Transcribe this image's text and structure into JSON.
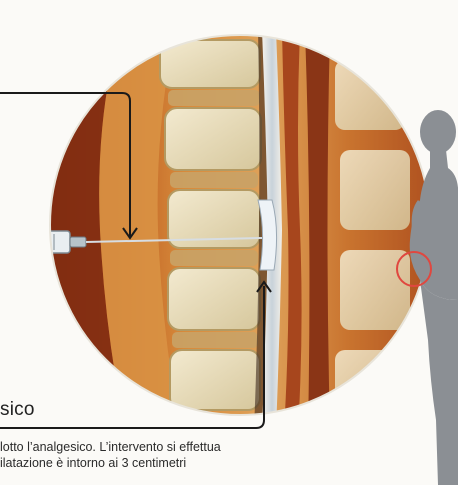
{
  "caption": {
    "title": "sico",
    "line1": "lotto l’analgesico. L’intervento si effettua",
    "line2": "ilatazione è intorno ai 3 centimetri"
  },
  "colors": {
    "background": "#fbfaf7",
    "disc_bone": "#e7dcb8",
    "tissue_orange": "#c9742f",
    "tissue_dark": "#7a2d12",
    "silhouette": "#8b8f94",
    "highlight_circle": "#e0473f",
    "pointer_line": "#1a1a1a"
  },
  "icons": [
    "syringe-icon",
    "needle-icon",
    "pointer-arrow-down-icon",
    "pointer-arrow-up-icon"
  ]
}
